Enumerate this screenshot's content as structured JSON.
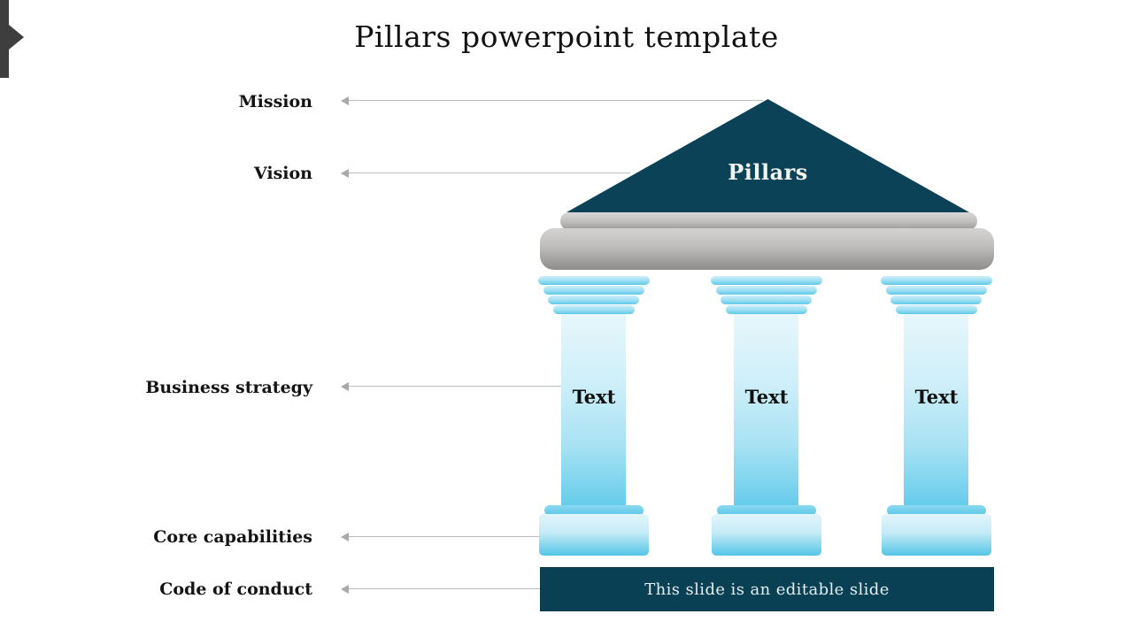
{
  "title": "Pillars powerpoint template",
  "side_labels": [
    {
      "text": "Mission"
    },
    {
      "text": "Vision"
    },
    {
      "text": "Business strategy"
    },
    {
      "text": "Core capabilities"
    },
    {
      "text": "Code of conduct"
    }
  ],
  "pediment": {
    "label": "Pillars"
  },
  "columns": [
    {
      "label": "Text"
    },
    {
      "label": "Text"
    },
    {
      "label": "Text"
    }
  ],
  "footer": {
    "text": "This slide is an editable slide"
  },
  "colors": {
    "teal_dark": "#0B4257",
    "footer_teal": "#0A4054",
    "column_cyan": "#5AC8E8",
    "entablature_gray": "#9A9797",
    "corner_gray": "#3E3E3E",
    "arrow_gray": "#A9A9A9"
  }
}
